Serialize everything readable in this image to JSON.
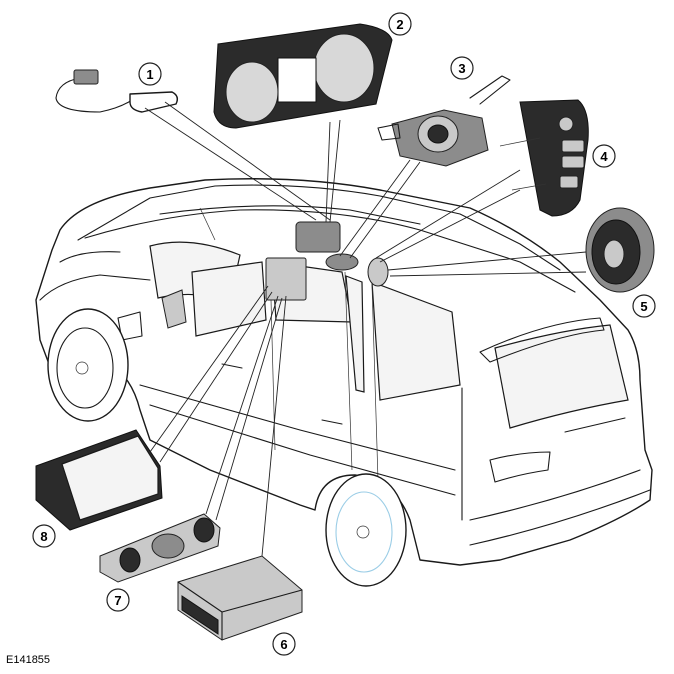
{
  "figure_code": "E141855",
  "callouts": [
    {
      "id": "callout-1",
      "label": "1"
    },
    {
      "id": "callout-2",
      "label": "2"
    },
    {
      "id": "callout-3",
      "label": "3"
    },
    {
      "id": "callout-4",
      "label": "4"
    },
    {
      "id": "callout-5",
      "label": "5"
    },
    {
      "id": "callout-6",
      "label": "6"
    },
    {
      "id": "callout-7",
      "label": "7"
    },
    {
      "id": "callout-8",
      "label": "8"
    }
  ],
  "colors": {
    "line": "#1a1a1a",
    "background": "#ffffff",
    "accent_tint": "#cfe8f5"
  }
}
